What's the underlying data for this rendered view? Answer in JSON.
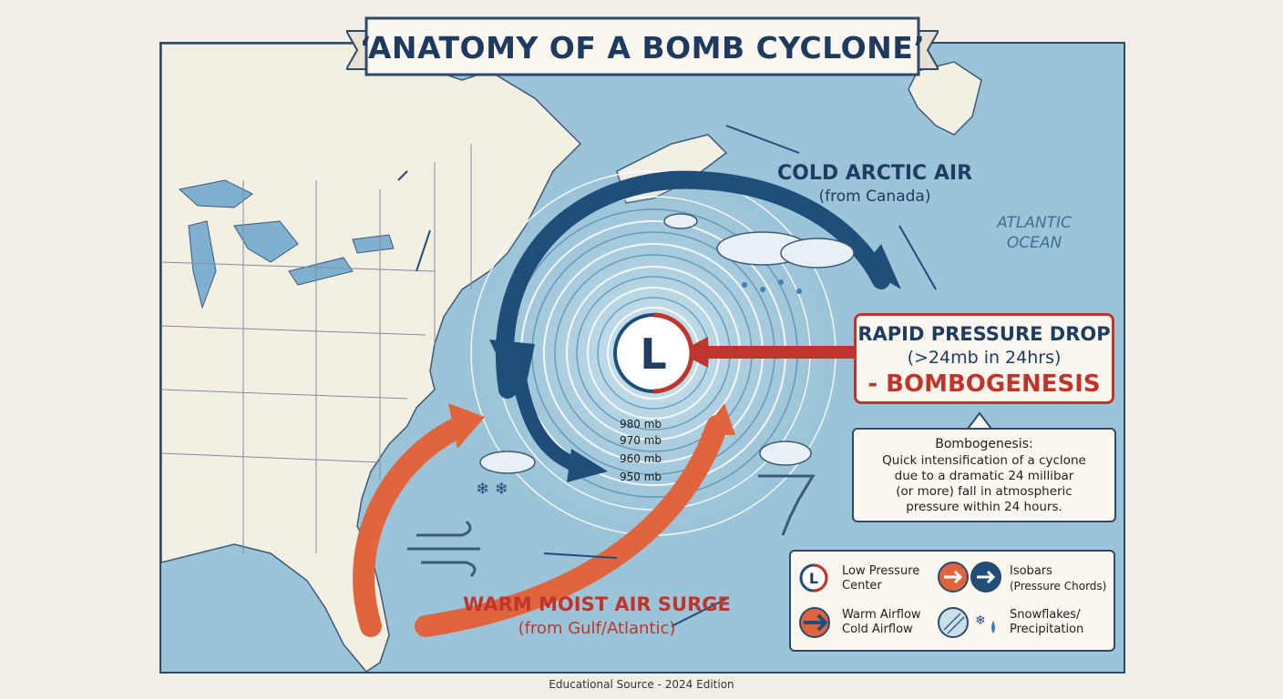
{
  "title": "‘ANATOMY OF A BOMB CYCLONE’",
  "cold_air": {
    "title": "COLD ARCTIC AIR",
    "subtitle": "(from Canada)"
  },
  "ocean_label": [
    "ATLANTIC",
    "OCEAN"
  ],
  "low_center_symbol": "L",
  "pressure_drop": {
    "line1": "RAPID PRESSURE DROP",
    "line2": "(>24mb in 24hrs)",
    "line3": "- BOMBOGENESIS"
  },
  "definition": {
    "term": "Bombogenesis:",
    "lines": [
      "Quick intensification of a cyclone",
      "due to a dramatic 24 millibar",
      "(or more) fall in atmospheric",
      "pressure within 24 hours."
    ]
  },
  "isobar_labels": [
    "980 mb",
    "970 mb",
    "960 mb",
    "950 mb"
  ],
  "warm_air": {
    "title": "WARM MOIST AIR SURGE",
    "subtitle": "(from Gulf/Atlantic)"
  },
  "legend": {
    "low_pressure": [
      "Low Pressure",
      "Center"
    ],
    "isobars": [
      "Isobars",
      "(Pressure Chords)"
    ],
    "airflow": [
      "Warm Airflow",
      "Cold Airflow"
    ],
    "snow": [
      "Snowflakes/",
      "Precipitation"
    ]
  },
  "footer": "Educational Source - 2024 Edition",
  "colors": {
    "ocean": "#9cc4d8",
    "land": "#f4efe3",
    "warm": "#e0643e",
    "cold": "#1f4e7a",
    "accent_red": "#c0352b",
    "navy": "#1e3a5f"
  }
}
